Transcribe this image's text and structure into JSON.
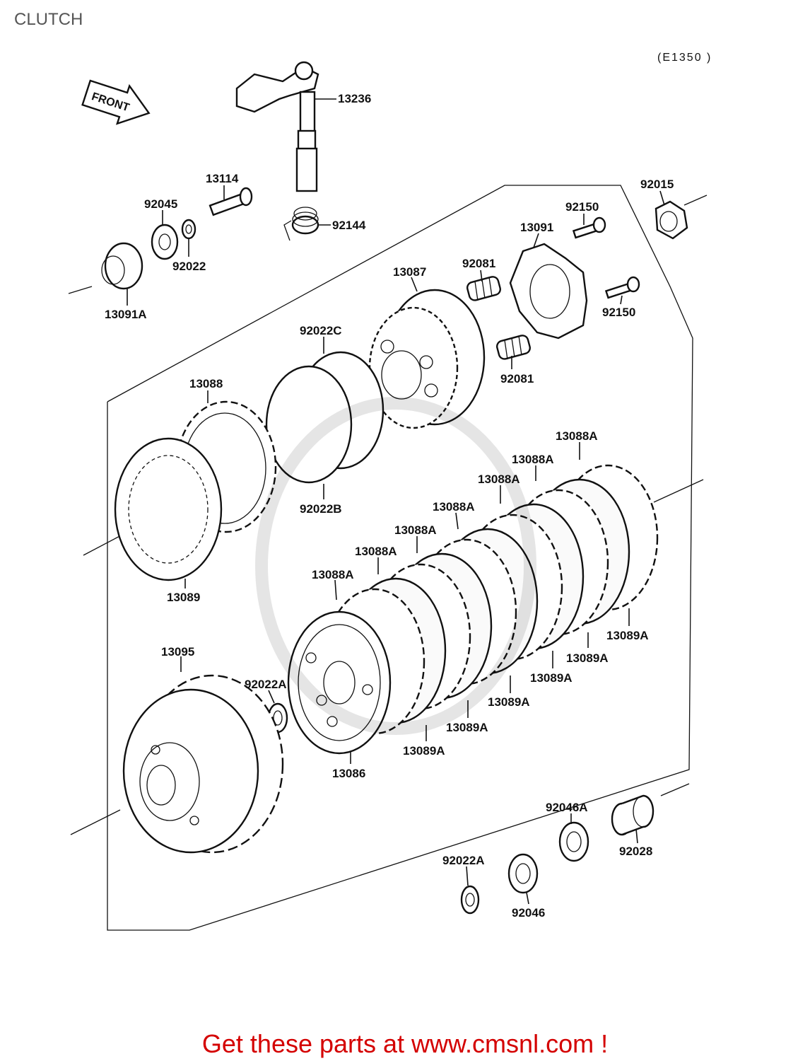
{
  "title": "CLUTCH",
  "diagram_code": "(E1350 )",
  "front_label": "FRONT",
  "footer": "Get these parts at www.cmsnl.com !",
  "colors": {
    "footer_text": "#d40000",
    "line": "#111111"
  },
  "labels": [
    {
      "id": "l-13236",
      "text": "13236"
    },
    {
      "id": "l-13114",
      "text": "13114"
    },
    {
      "id": "l-92045",
      "text": "92045"
    },
    {
      "id": "l-92022",
      "text": "92022"
    },
    {
      "id": "l-13091A",
      "text": "13091A"
    },
    {
      "id": "l-92144",
      "text": "92144"
    },
    {
      "id": "l-92015",
      "text": "92015"
    },
    {
      "id": "l-92150a",
      "text": "92150"
    },
    {
      "id": "l-13091",
      "text": "13091"
    },
    {
      "id": "l-92081a",
      "text": "92081"
    },
    {
      "id": "l-13087",
      "text": "13087"
    },
    {
      "id": "l-92150b",
      "text": "92150"
    },
    {
      "id": "l-92022C",
      "text": "92022C"
    },
    {
      "id": "l-92081b",
      "text": "92081"
    },
    {
      "id": "l-13088",
      "text": "13088"
    },
    {
      "id": "l-92022B",
      "text": "92022B"
    },
    {
      "id": "l-13089",
      "text": "13089"
    },
    {
      "id": "l-13088A-1",
      "text": "13088A"
    },
    {
      "id": "l-13088A-2",
      "text": "13088A"
    },
    {
      "id": "l-13088A-3",
      "text": "13088A"
    },
    {
      "id": "l-13088A-4",
      "text": "13088A"
    },
    {
      "id": "l-13088A-5",
      "text": "13088A"
    },
    {
      "id": "l-13088A-6",
      "text": "13088A"
    },
    {
      "id": "l-13088A-7",
      "text": "13088A"
    },
    {
      "id": "l-13089A-1",
      "text": "13089A"
    },
    {
      "id": "l-13089A-2",
      "text": "13089A"
    },
    {
      "id": "l-13089A-3",
      "text": "13089A"
    },
    {
      "id": "l-13089A-4",
      "text": "13089A"
    },
    {
      "id": "l-13089A-5",
      "text": "13089A"
    },
    {
      "id": "l-13089A-6",
      "text": "13089A"
    },
    {
      "id": "l-13095",
      "text": "13095"
    },
    {
      "id": "l-92022A-1",
      "text": "92022A"
    },
    {
      "id": "l-13086",
      "text": "13086"
    },
    {
      "id": "l-92046A",
      "text": "92046A"
    },
    {
      "id": "l-92028",
      "text": "92028"
    },
    {
      "id": "l-92022A-2",
      "text": "92022A"
    },
    {
      "id": "l-92046",
      "text": "92046"
    }
  ]
}
